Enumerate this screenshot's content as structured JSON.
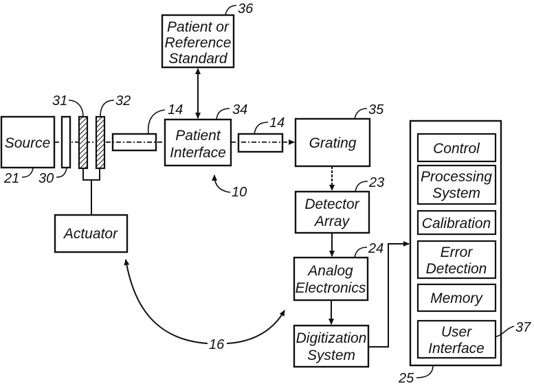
{
  "figure": {
    "blocks": {
      "source": {
        "label": "Source",
        "ref": "21"
      },
      "filter": {
        "ref": "30"
      },
      "plate_a": {
        "ref": "31"
      },
      "plate_b": {
        "ref": "32"
      },
      "actuator": {
        "label": "Actuator"
      },
      "fiber_in": {
        "ref": "14"
      },
      "patient_interface": {
        "lines": [
          "Patient",
          "Interface"
        ],
        "ref": "34"
      },
      "patient_reference": {
        "lines": [
          "Patient or",
          "Reference",
          "Standard"
        ],
        "ref": "36"
      },
      "fiber_out": {
        "ref": "14"
      },
      "grating": {
        "label": "Grating",
        "ref": "35"
      },
      "detector_array": {
        "lines": [
          "Detector",
          "Array"
        ],
        "ref": "23"
      },
      "analog_electronics": {
        "lines": [
          "Analog",
          "Electronics"
        ],
        "ref": "24"
      },
      "digitization_system": {
        "lines": [
          "Digitization",
          "System"
        ]
      },
      "computer": {
        "ref": "25",
        "modules": [
          {
            "lines": [
              "Control"
            ]
          },
          {
            "lines": [
              "Processing",
              "System"
            ]
          },
          {
            "lines": [
              "Calibration"
            ]
          },
          {
            "lines": [
              "Error",
              "Detection"
            ]
          },
          {
            "lines": [
              "Memory"
            ]
          },
          {
            "lines": [
              "User",
              "Interface"
            ],
            "ref": "37"
          }
        ]
      }
    },
    "system_ref": "10",
    "feedback_ref": "16"
  }
}
